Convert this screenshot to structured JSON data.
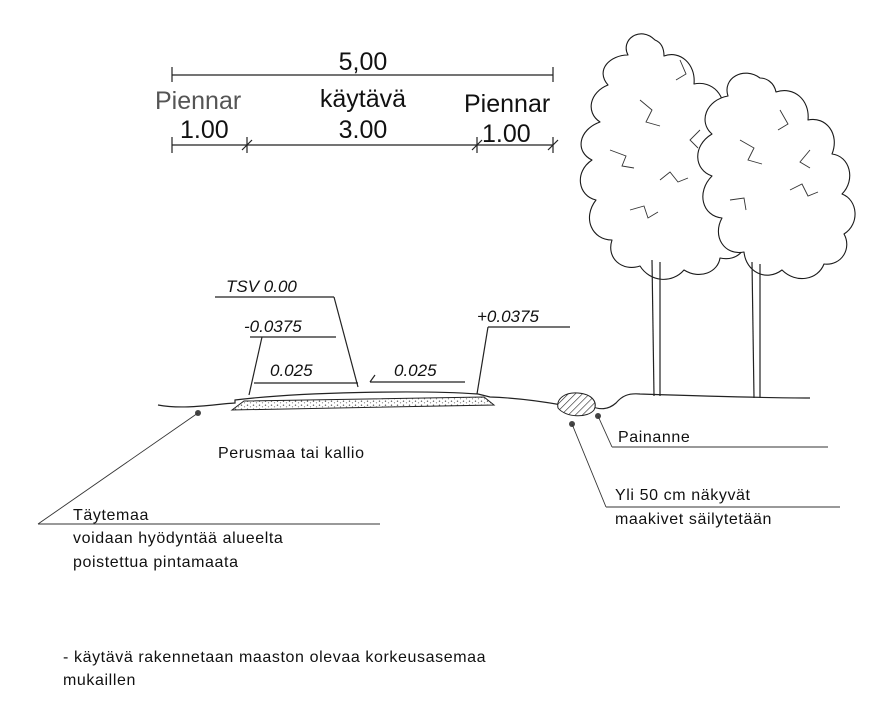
{
  "dimensions": {
    "total_width": "5,00",
    "shoulder_left_label": "Piennar",
    "walkway_label": "käytävä",
    "shoulder_right_label": "Piennar",
    "shoulder_left_value": "1.00",
    "walkway_value": "3.00",
    "shoulder_right_value": "1.00"
  },
  "levels": {
    "tsv": "TSV 0.00",
    "edge_left": "-0.0375",
    "slope_left": "0.025",
    "slope_right": "0.025",
    "edge_right": "+0.0375"
  },
  "callouts": {
    "subgrade": "Perusmaa tai kallio",
    "fill_line1": "Täytemaa",
    "fill_line2": "voidaan hyödyntää alueelta",
    "fill_line3": "poistettua pintamaata",
    "depression": "Painanne",
    "stones_line1": "Yli 50 cm näkyvät",
    "stones_line2": "maakivet säilytetään"
  },
  "footnote": {
    "line1": "- käytävä rakennetaan maaston olevaa korkeusasemaa",
    "line2": "mukaillen"
  },
  "colors": {
    "line": "#222222",
    "gray_label": "#555555"
  }
}
